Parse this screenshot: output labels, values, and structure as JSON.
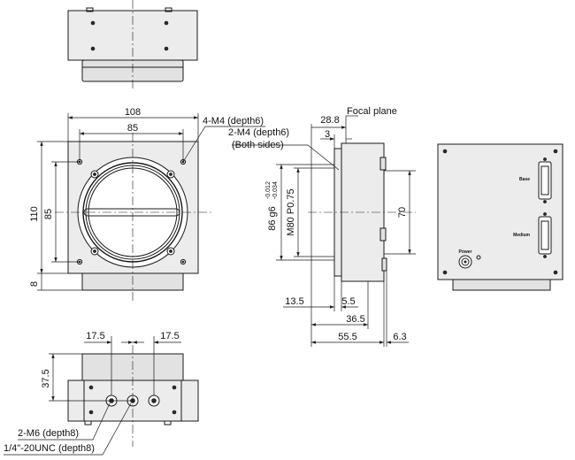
{
  "front_view": {
    "width_outer": "108",
    "width_holes": "85",
    "height_outer": "110",
    "height_holes": "85",
    "base_height": "8",
    "callout_holes": "4-M4 (depth6)"
  },
  "side_view": {
    "focal_plane": "Focal plane",
    "dim_28_8": "28.8",
    "dim_3": "3",
    "callout_side": "2-M4 (depth6)",
    "callout_side_note": "(Both sides)",
    "dia_86": "86 g6",
    "tol_upper": "-0.012",
    "tol_lower": "-0.034",
    "thread": "M80 P0.75",
    "dim_70": "70",
    "dim_13_5": "13.5",
    "dim_5_5": "5.5",
    "dim_36_5": "36.5",
    "dim_55_5": "55.5",
    "dim_6_3": "6.3"
  },
  "rear_view": {
    "label_base": "Base",
    "label_medium": "Medium",
    "label_power": "Power"
  },
  "bottom_view": {
    "dim_left": "17.5",
    "dim_right": "17.5",
    "dim_height": "37.5",
    "callout_m6": "2-M6 (depth8)",
    "callout_unc": "1/4\"-20UNC (depth8)"
  }
}
